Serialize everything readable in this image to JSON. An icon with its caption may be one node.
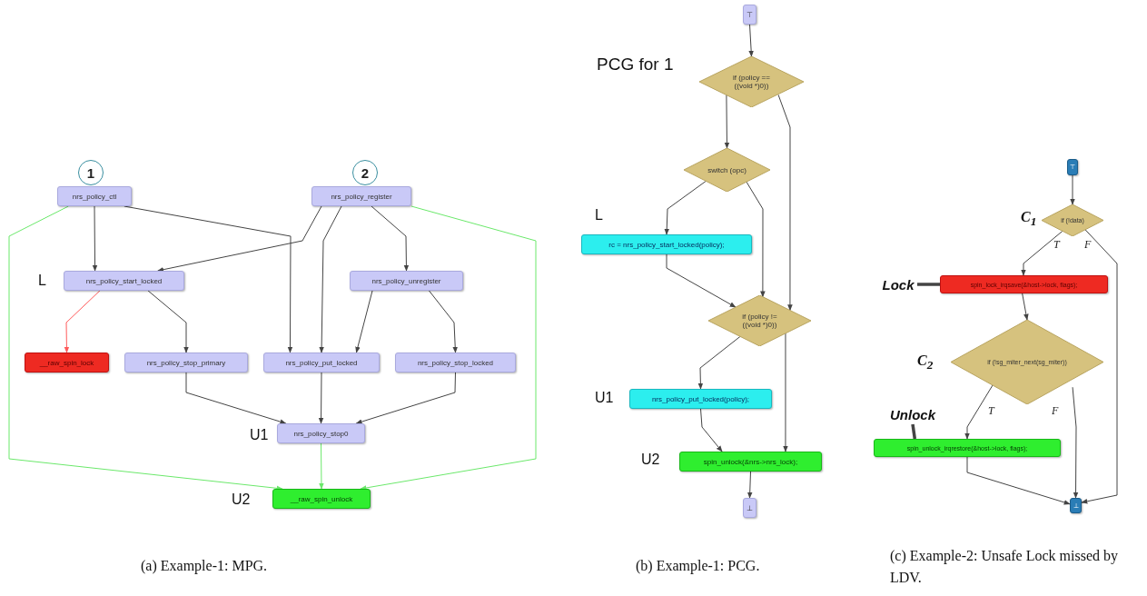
{
  "diagram": {
    "nodes": [
      {
        "text": [
          "1"
        ]
      },
      {
        "text": [
          "2"
        ]
      },
      {
        "text": [
          "nrs_policy_ctl"
        ]
      },
      {
        "text": [
          "nrs_policy_register"
        ]
      },
      {
        "text": [
          "nrs_policy_start_locked"
        ],
        "beside": [
          "L"
        ]
      },
      {
        "text": [
          "nrs_policy_unregister"
        ]
      },
      {
        "text": [
          "__raw_spin_lock"
        ]
      },
      {
        "text": [
          "nrs_policy_stop_primary"
        ]
      },
      {
        "text": [
          "nrs_policy_put_locked"
        ]
      },
      {
        "text": [
          "nrs_policy_stop_locked"
        ]
      },
      {
        "text": [
          "nrs_policy_stop0"
        ],
        "beside": [
          "U1"
        ]
      },
      {
        "text": [
          "__raw_spin_unlock"
        ],
        "beside": [
          "U2"
        ]
      },
      {
        "text": [
          "⊤"
        ]
      },
      {
        "text": [
          "if (policy == ((void *)0))"
        ]
      },
      {
        "text": [
          "switch (opc)"
        ]
      },
      {
        "text": [
          "rc = nrs_policy_start_locked(policy);"
        ],
        "beside": [
          "L"
        ]
      },
      {
        "text": [
          "if (policy != ((void *)0))"
        ]
      },
      {
        "text": [
          "nrs_policy_put_locked(policy);"
        ],
        "beside": [
          "U1"
        ]
      },
      {
        "text": [
          "spin_unlock(&nrs->nrs_lock);"
        ],
        "beside": [
          "U2"
        ]
      },
      {
        "text": [
          "⊥"
        ]
      },
      {
        "text": [
          "⊤"
        ]
      },
      {
        "text": [
          "if (!data)"
        ],
        "beside": [
          "C$_{1}$"
        ]
      },
      {
        "text": [
          "spin_lock_irqsave(&host->lock, flags);"
        ]
      },
      {
        "text": [
          "if (!sg_miter_next(sg_miter))"
        ],
        "beside": [
          "C$_{2}$"
        ]
      },
      {
        "text": [
          "spin_unlock_irqrestore(&host->lock, flags);"
        ]
      },
      {
        "text": [
          "⊥"
        ]
      },
      {
        "text": [
          "Lock"
        ]
      },
      {
        "text": [
          "Unlock"
        ]
      }
    ],
    "edges": [
      {
        "from": 2,
        "to": 4,
        "arrow": "to"
      },
      {
        "from": 2,
        "to": 8,
        "arrow": "to"
      },
      {
        "from": 3,
        "to": 4,
        "arrow": "to"
      },
      {
        "from": 3,
        "to": 8,
        "arrow": "to"
      },
      {
        "from": 3,
        "to": 5,
        "arrow": "to"
      },
      {
        "from": 4,
        "to": 6,
        "arrow": "to",
        "color": "#ff5a5a"
      },
      {
        "from": 4,
        "to": 7,
        "arrow": "to"
      },
      {
        "from": 5,
        "to": 8,
        "arrow": "to"
      },
      {
        "from": 5,
        "to": 9,
        "arrow": "to"
      },
      {
        "from": 7,
        "to": 10,
        "arrow": "to"
      },
      {
        "from": 8,
        "to": 10,
        "arrow": "to"
      },
      {
        "from": 9,
        "to": 10,
        "arrow": "to"
      },
      {
        "from": 10,
        "to": 11,
        "arrow": "to",
        "color": "#6be86b"
      },
      {
        "from": 2,
        "to": 11,
        "arrow": "to",
        "color": "#6be86b"
      },
      {
        "from": 3,
        "to": 11,
        "arrow": "to",
        "color": "#6be86b"
      },
      {
        "from": 12,
        "to": 13,
        "arrow": "to"
      },
      {
        "from": 13,
        "to": 14,
        "arrow": "to"
      },
      {
        "from": 13,
        "to": 16,
        "arrow": "to"
      },
      {
        "from": 14,
        "to": 15,
        "arrow": "to"
      },
      {
        "from": 14,
        "to": 16,
        "arrow": "to"
      },
      {
        "from": 15,
        "to": 16,
        "arrow": "to"
      },
      {
        "from": 16,
        "to": 17,
        "arrow": "to"
      },
      {
        "from": 16,
        "to": 18,
        "arrow": "to"
      },
      {
        "from": 17,
        "to": 18,
        "arrow": "to"
      },
      {
        "from": 18,
        "to": 19,
        "arrow": "to"
      },
      {
        "from": 20,
        "to": 21,
        "arrow": "to"
      },
      {
        "from": 21,
        "to": 22,
        "arrow": "to",
        "label": "T"
      },
      {
        "from": 21,
        "to": 25,
        "arrow": "to",
        "label": "F"
      },
      {
        "from": 22,
        "to": 23,
        "arrow": "to"
      },
      {
        "from": 23,
        "to": 24,
        "arrow": "to",
        "label": "T"
      },
      {
        "from": 23,
        "to": 25,
        "arrow": "to",
        "label": "F"
      },
      {
        "from": 24,
        "to": 25,
        "arrow": "to"
      },
      {
        "from": 26,
        "to": 22,
        "arrow": "none",
        "style": "thick"
      },
      {
        "from": 27,
        "to": 24,
        "arrow": "none",
        "style": "thick"
      }
    ],
    "labels": [
      "PCG for 1",
      "(a) Example-1: MPG.",
      "(b) Example-1: PCG.",
      "(c) Example-2: Unsafe Lock missed by LDV."
    ]
  }
}
